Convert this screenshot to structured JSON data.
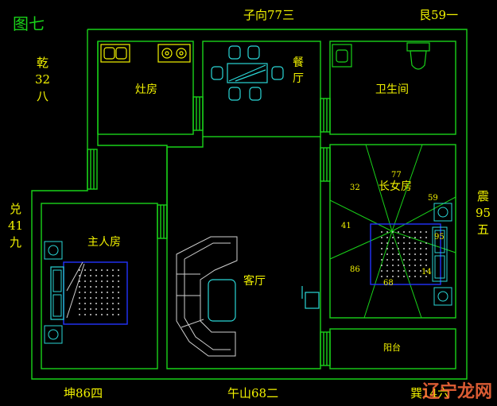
{
  "figure": {
    "title": "图七"
  },
  "directions": {
    "top_center": "子向77三",
    "top_right": "艮59一",
    "left_top": [
      "乾",
      "32",
      "八"
    ],
    "left_mid": [
      "兑",
      "41",
      "九"
    ],
    "right_mid": [
      "震",
      "95",
      "五"
    ],
    "bottom_left": "坤86四",
    "bottom_center": "午山68二",
    "bottom_right": "巽14六"
  },
  "rooms": {
    "kitchen": "灶房",
    "dining": "餐厅",
    "bathroom": "卫生间",
    "eldest_daughter": "长女房",
    "master_bedroom": "主人房",
    "living_room": "客厅",
    "balcony": "阳台"
  },
  "sector_numbers": [
    "77",
    "32",
    "59",
    "41",
    "95",
    "86",
    "68",
    "14"
  ],
  "colors": {
    "walls": "#19d219",
    "furniture": "#2ad6d6",
    "labels": "#f2f200",
    "beds": "#2233ff",
    "rays": "#19d219"
  },
  "watermark": "辽宁龙网"
}
